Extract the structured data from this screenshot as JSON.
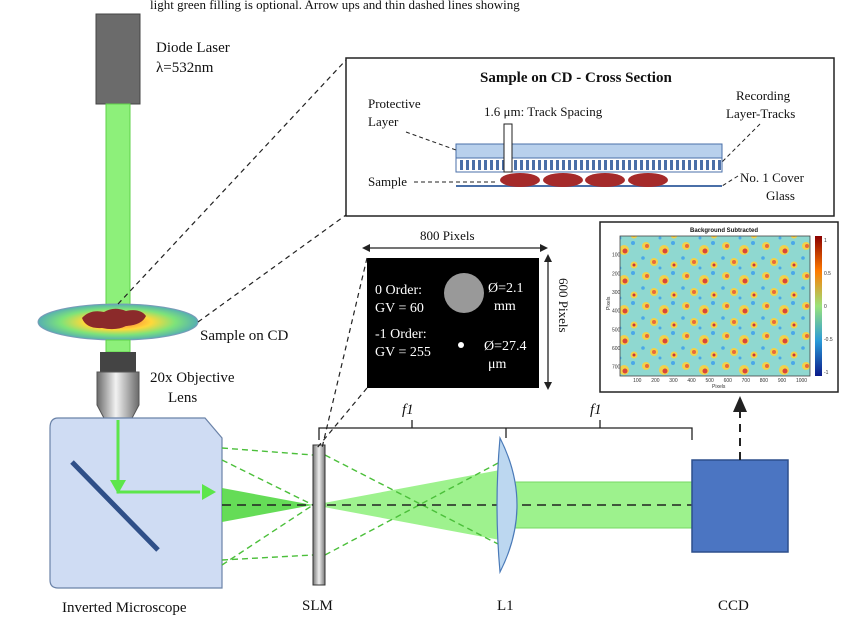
{
  "header_caption": "light green filling is optional. Arrow ups and thin dashed lines showing",
  "laser": {
    "name": "Diode Laser",
    "wavelength": "λ=532nm"
  },
  "sample_on_cd": "Sample on CD",
  "objective": {
    "line1": "20x Objective",
    "line2": "Lens"
  },
  "microscope": "Inverted Microscope",
  "cross_section": {
    "title": "Sample on CD - Cross Section",
    "protective_layer": {
      "line1": "Protective",
      "line2": "Layer"
    },
    "track_spacing": "1.6 μm: Track Spacing",
    "recording_layer": {
      "line1": "Recording",
      "line2": "Layer-Tracks"
    },
    "sample": "Sample",
    "cover_glass": {
      "line1": "No. 1 Cover",
      "line2": "Glass"
    }
  },
  "slm_pattern": {
    "width_label": "800 Pixels",
    "height_label": "600 Pixels",
    "zero_order": {
      "line1": "0 Order:",
      "line2": "GV = 60"
    },
    "zero_diameter": {
      "line1": "Ø=2.1",
      "line2": "mm"
    },
    "minus_order": {
      "line1": "-1 Order:",
      "line2": "GV = 255"
    },
    "minus_diameter": {
      "line1": "Ø=27.4",
      "line2": "μm"
    }
  },
  "ccd_image": {
    "title": "Background Subtracted",
    "xlabel": "Pixels",
    "ylabel": "Pixels",
    "x_ticks": [
      "100",
      "200",
      "300",
      "400",
      "500",
      "600",
      "700",
      "800",
      "900",
      "1000"
    ],
    "y_ticks": [
      "100",
      "200",
      "300",
      "400",
      "500",
      "600",
      "700"
    ],
    "colorbar_ticks": [
      "1",
      "0.5",
      "0",
      "-0.5",
      "-1"
    ]
  },
  "focal_1": "f1",
  "focal_2": "f1",
  "slm": "SLM",
  "lens": "L1",
  "ccd": "CCD",
  "colors": {
    "beam": "#8df07a",
    "beam_dark": "#4ad63a",
    "microscope": "#cfdcf3",
    "lens": "#bcd7f0",
    "ccd": "#4b75c2"
  }
}
